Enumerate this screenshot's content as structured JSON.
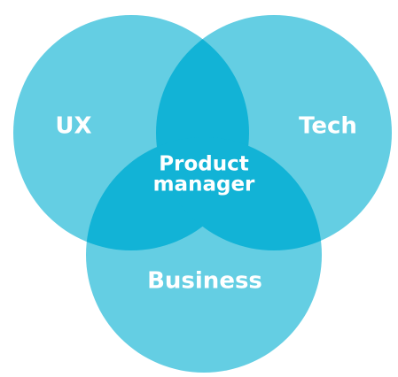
{
  "diagram": {
    "type": "venn",
    "colors": {
      "circle_fill": "#64CEE3",
      "overlap_fill": "#12B3D6",
      "label_text": "#FFFFFF",
      "background": "#FFFFFF"
    },
    "sets": [
      {
        "id": "ux",
        "label": "UX"
      },
      {
        "id": "tech",
        "label": "Tech"
      },
      {
        "id": "business",
        "label": "Business"
      }
    ],
    "intersection": {
      "label_line1": "Product",
      "label_line2": "manager"
    }
  }
}
